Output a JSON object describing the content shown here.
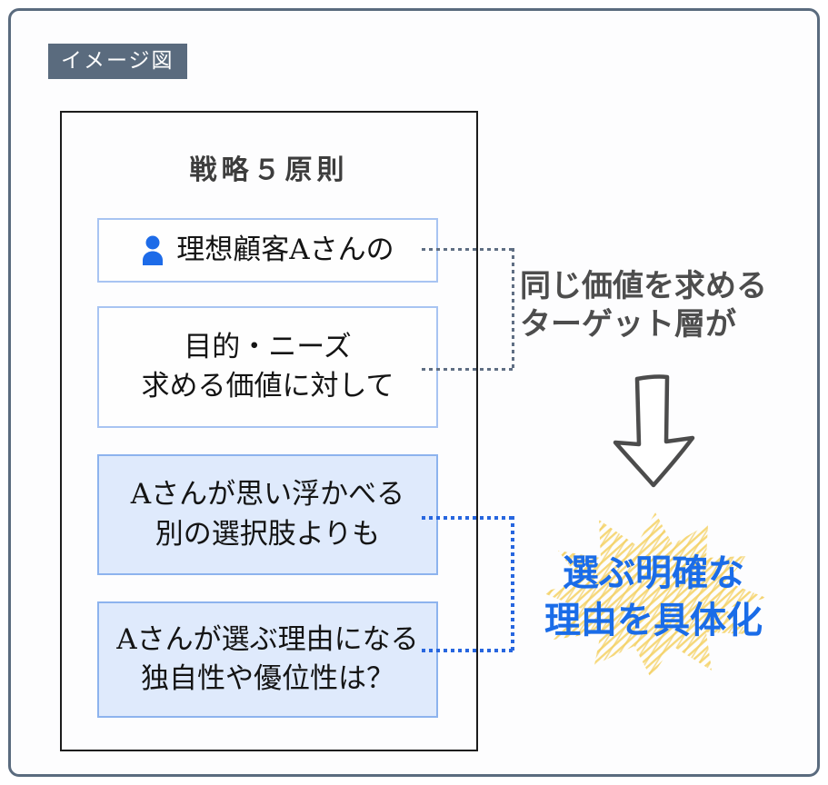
{
  "badge": {
    "label": "イメージ図"
  },
  "panel": {
    "title": "戦略５原則",
    "boxes": [
      {
        "icon": "person-icon",
        "lines": [
          "理想顧客Aさんの"
        ]
      },
      {
        "lines": [
          "目的・ニーズ",
          "求める価値に対して"
        ]
      },
      {
        "lines": [
          "Aさんが思い浮かべる",
          "別の選択肢よりも"
        ]
      },
      {
        "lines": [
          "Aさんが選ぶ理由になる",
          "独自性や優位性は？"
        ]
      }
    ]
  },
  "notes": {
    "target": {
      "line1": "同じ価値を求める",
      "line2": "ターゲット層が"
    },
    "highlight": {
      "line1": "選ぶ明確な",
      "line2": "理由を具体化"
    }
  },
  "colors": {
    "badge_bg": "#5a6b7e",
    "frame_border": "#1c1c1c",
    "box_white_border": "#a8c4f2",
    "box_blue_bg": "#dfeafc",
    "box_blue_border": "#8db3ee",
    "connector_gray": "#5f6e83",
    "connector_blue": "#2766df",
    "accent_text_blue": "#1a6ce8",
    "burst_yellow": "#f6d87a",
    "person_icon_blue": "#1d6be8",
    "arrow_stroke": "#4c4c4c"
  }
}
